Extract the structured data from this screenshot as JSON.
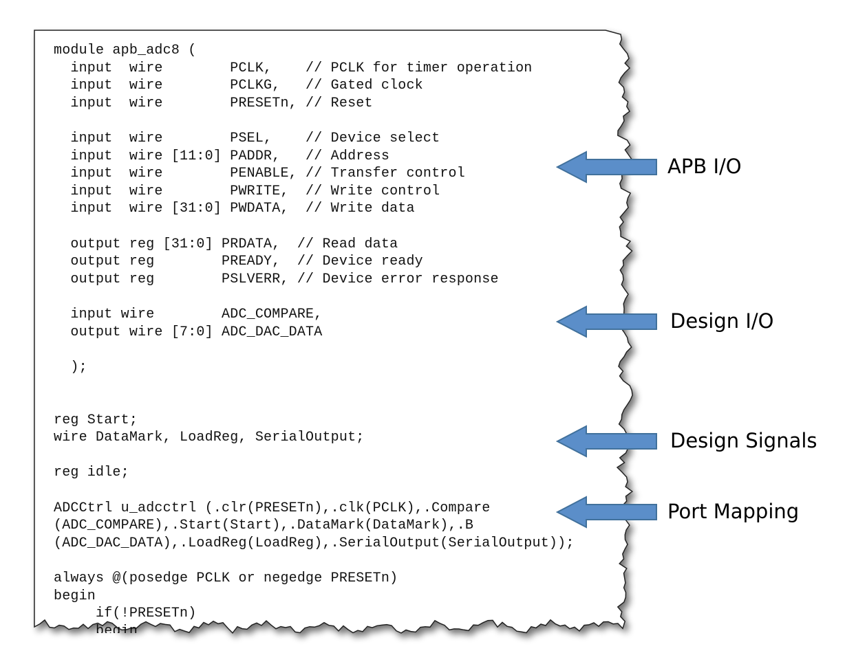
{
  "code": {
    "lines": [
      "module apb_adc8 (",
      "  input  wire        PCLK,    // PCLK for timer operation",
      "  input  wire        PCLKG,   // Gated clock",
      "  input  wire        PRESETn, // Reset",
      "",
      "  input  wire        PSEL,    // Device select",
      "  input  wire [11:0] PADDR,   // Address",
      "  input  wire        PENABLE, // Transfer control",
      "  input  wire        PWRITE,  // Write control",
      "  input  wire [31:0] PWDATA,  // Write data",
      "",
      "  output reg [31:0] PRDATA,  // Read data",
      "  output reg        PREADY,  // Device ready",
      "  output reg        PSLVERR, // Device error response",
      "",
      "  input wire        ADC_COMPARE,",
      "  output wire [7:0] ADC_DAC_DATA",
      "",
      "  );",
      "",
      "",
      "reg Start;",
      "wire DataMark, LoadReg, SerialOutput;",
      "",
      "reg idle;",
      "",
      "ADCCtrl u_adcctrl (.clr(PRESETn),.clk(PCLK),.Compare",
      "(ADC_COMPARE),.Start(Start),.DataMark(DataMark),.B",
      "(ADC_DAC_DATA),.LoadReg(LoadReg),.SerialOutput(SerialOutput));",
      "",
      "always @(posedge PCLK or negedge PRESETn)",
      "begin",
      "     if(!PRESETn)",
      "     begin"
    ]
  },
  "callouts": [
    {
      "label": "APB I/O"
    },
    {
      "label": "Design I/O"
    },
    {
      "label": "Design Signals"
    },
    {
      "label": "Port Mapping"
    }
  ],
  "colors": {
    "arrow_fill": "#5b8ec9",
    "arrow_stroke": "#41719c",
    "paper": "#ffffff",
    "border": "#222222"
  }
}
